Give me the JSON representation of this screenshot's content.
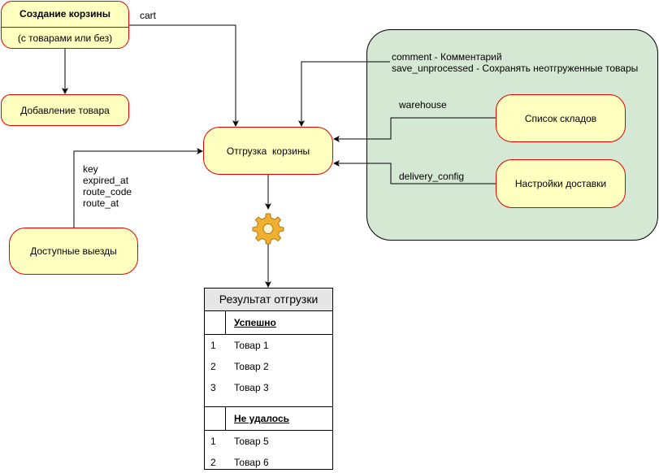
{
  "nodes": {
    "create_cart": {
      "title": "Создание корзины",
      "subtitle": "(с товарами или без)"
    },
    "add_item": "Добавление товара",
    "ship_cart": "Отгрузка  корзины",
    "available_exits": "Доступные выезды",
    "warehouse_list": "Список складов",
    "delivery_settings": "Настройки доставки"
  },
  "edge_labels": {
    "cart": "cart",
    "comment": "comment - Комментарий",
    "save_unprocessed": "save_unprocessed - Сохранять неотгруженные товары",
    "warehouse": "warehouse",
    "delivery_config": "delivery_config",
    "exit_fields": [
      "key",
      "expired_at",
      "route_code",
      "route_at"
    ]
  },
  "result": {
    "title": "Результат отгрузки",
    "success": {
      "caption": "Успешно",
      "rows": [
        {
          "num": "1",
          "item": "Товар 1"
        },
        {
          "num": "2",
          "item": "Товар 2"
        },
        {
          "num": "3",
          "item": "Товар 3"
        }
      ]
    },
    "failed": {
      "caption": "Не удалось",
      "rows": [
        {
          "num": "1",
          "item": "Товар 5"
        },
        {
          "num": "2",
          "item": "Товар 6"
        }
      ]
    }
  },
  "icons": {
    "process": "gear-icon"
  },
  "colors": {
    "node_fill": "#ffffc0",
    "node_border": "#e00000",
    "group_fill": "#d5e8d4",
    "gear": "#f0b030"
  }
}
